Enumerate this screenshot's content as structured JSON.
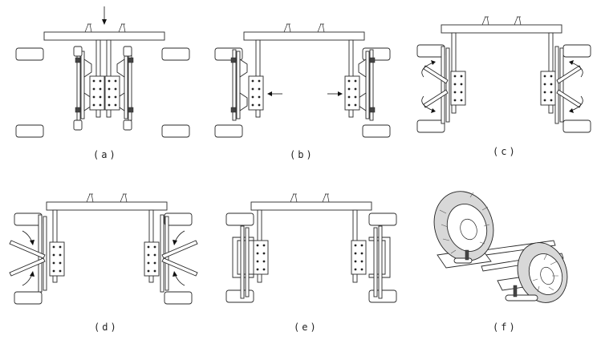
{
  "panels": [
    {
      "id": "a",
      "label": "(a)"
    },
    {
      "id": "b",
      "label": "(b)"
    },
    {
      "id": "c",
      "label": "(c)"
    },
    {
      "id": "d",
      "label": "(d)"
    },
    {
      "id": "e",
      "label": "(e)"
    },
    {
      "id": "f",
      "label": "(f)"
    }
  ]
}
